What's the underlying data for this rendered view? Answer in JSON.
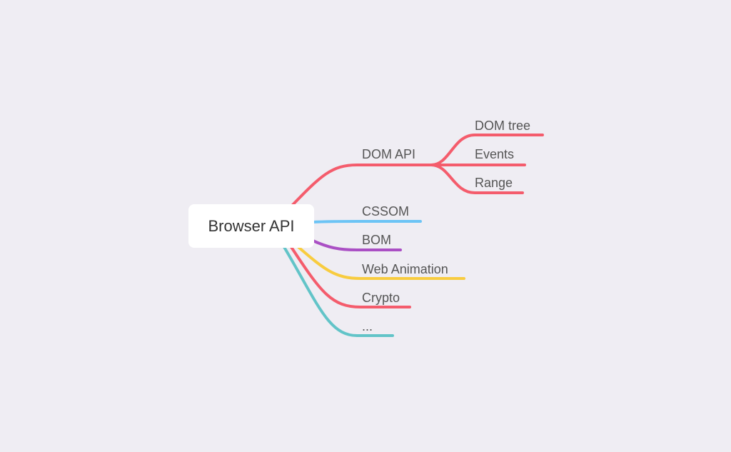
{
  "root": {
    "label": "Browser API"
  },
  "branches": [
    {
      "label": "DOM API",
      "color": "#f45c6c",
      "children": [
        {
          "label": "DOM tree"
        },
        {
          "label": "Events"
        },
        {
          "label": "Range"
        }
      ]
    },
    {
      "label": "CSSOM",
      "color": "#6cc4f5"
    },
    {
      "label": "BOM",
      "color": "#aa4fc4"
    },
    {
      "label": "Web Animation",
      "color": "#f8cc3f"
    },
    {
      "label": "Crypto",
      "color": "#f45c6c"
    },
    {
      "label": "...",
      "color": "#62c4c8"
    }
  ]
}
